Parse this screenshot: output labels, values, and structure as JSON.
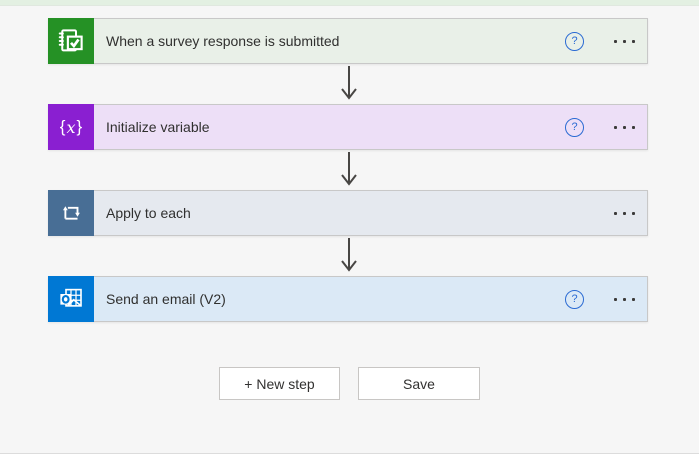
{
  "window": {
    "background": "#f6f6f6",
    "top_strip_color": "#e3f0e2"
  },
  "flow": {
    "steps": [
      {
        "label": "When a survey response is submitted",
        "icon": "survey-icon",
        "icon_color": "#259125",
        "card_color": "#e9f0e8",
        "has_help": true,
        "has_menu": true
      },
      {
        "label": "Initialize variable",
        "icon": "variable-icon",
        "icon_glyph": "{x}",
        "icon_color": "#8a1fd1",
        "card_color": "#eddff7",
        "has_help": true,
        "has_menu": true
      },
      {
        "label": "Apply to each",
        "icon": "loop-icon",
        "icon_color": "#486e95",
        "card_color": "#e5e9ef",
        "has_help": false,
        "has_menu": true
      },
      {
        "label": "Send an email (V2)",
        "icon": "outlook-icon",
        "icon_color": "#0078d4",
        "card_color": "#dbe9f6",
        "has_help": true,
        "has_menu": true
      }
    ],
    "variable_glyph_open": "{",
    "variable_glyph_x": "x",
    "variable_glyph_close": "}",
    "help_glyph": "?",
    "help_color": "#2b6bd3",
    "menu_icon": "ellipsis-icon",
    "arrow_color": "#484644"
  },
  "footer": {
    "new_step_label": "+ New step",
    "save_label": "Save"
  }
}
